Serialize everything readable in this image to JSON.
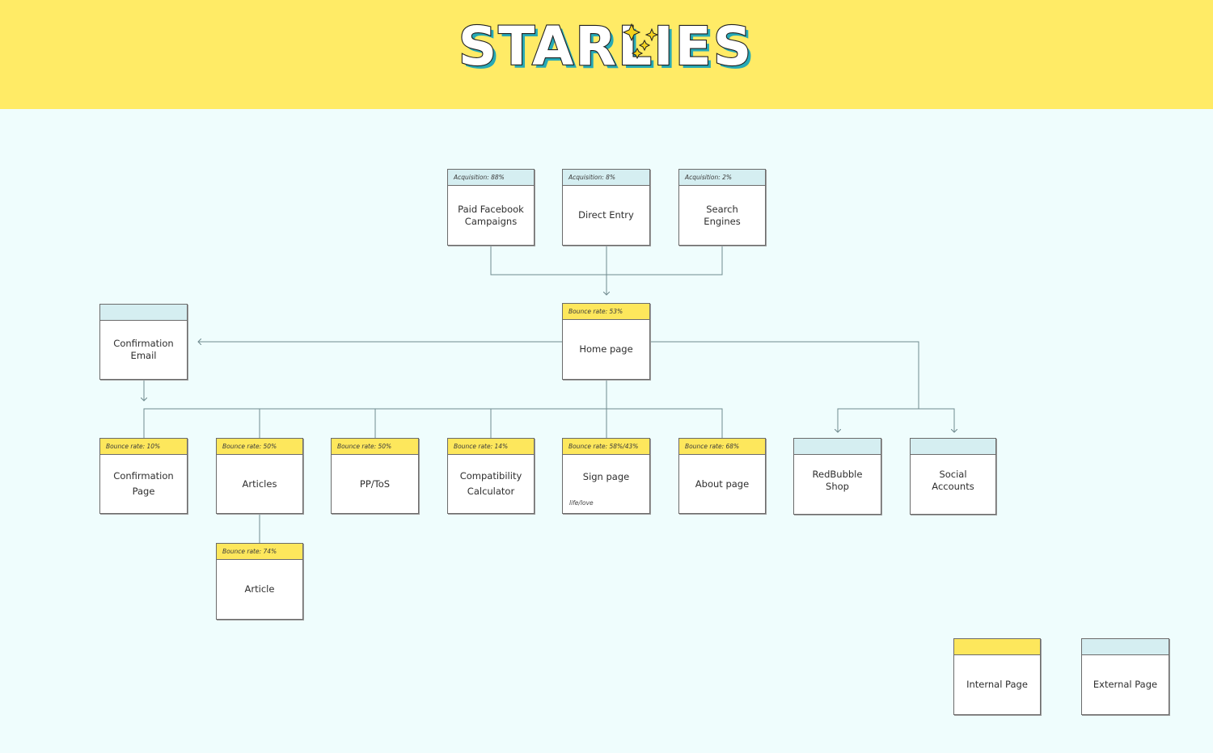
{
  "logo": {
    "text": "STARLIES"
  },
  "colors": {
    "banner": "#ffeb66",
    "internal_header": "#fde75c",
    "external_header": "#d5eef1",
    "background": "#effdfd"
  },
  "nodes": {
    "paid_facebook": {
      "header": "Acquisition: 88%",
      "label": "Paid Facebook\nCampaigns"
    },
    "direct_entry": {
      "header": "Acquisition: 8%",
      "label": "Direct Entry"
    },
    "search_engines": {
      "header": "Acquisition: 2%",
      "label": "Search Engines"
    },
    "home_page": {
      "header": "Bounce rate: 53%",
      "label": "Home page"
    },
    "confirmation_email": {
      "header": "",
      "label": "Confirmation\nEmail"
    },
    "confirmation_page": {
      "header": "Bounce rate: 10%",
      "label": "Confirmation\nPage"
    },
    "articles": {
      "header": "Bounce rate: 50%",
      "label": "Articles"
    },
    "pp_tos": {
      "header": "Bounce rate: 50%",
      "label": "PP/ToS"
    },
    "compatibility_calculator": {
      "header": "Bounce rate: 14%",
      "label": "Compatibility\nCalculator"
    },
    "sign_page": {
      "header": "Bounce rate: 58%/43%",
      "label": "Sign page",
      "footnote": "life/love"
    },
    "about_page": {
      "header": "Bounce rate: 68%",
      "label": "About page"
    },
    "redbubble_shop": {
      "header": "",
      "label": "RedBubble Shop"
    },
    "social_accounts": {
      "header": "",
      "label": "Social Accounts"
    },
    "article": {
      "header": "Bounce rate: 74%",
      "label": "Article"
    }
  },
  "legend": {
    "internal": {
      "label": "Internal Page"
    },
    "external": {
      "label": "External Page"
    }
  }
}
